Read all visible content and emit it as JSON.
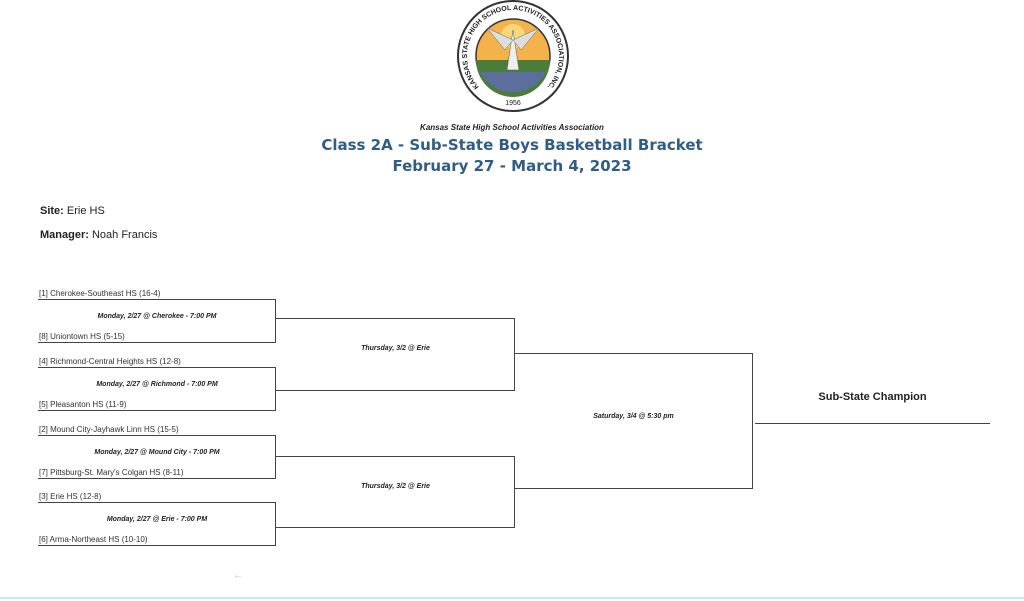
{
  "logo": {
    "ring_text": "KANSAS STATE HIGH SCHOOL ACTIVITIES ASSOCIATION, INC.",
    "year": "1956"
  },
  "header": {
    "org": "Kansas State High School Activities Association",
    "title": "Class 2A - Sub-State Boys Basketball Bracket",
    "dates": "February 27 - March 4, 2023"
  },
  "site": {
    "label": "Site:",
    "value": "Erie HS"
  },
  "manager": {
    "label": "Manager:",
    "value": "Noah Francis"
  },
  "round1": [
    {
      "top": "[1] Cherokee-Southeast HS   (16-4)",
      "game": "Monday, 2/27 @ Cherokee - 7:00 PM",
      "bottom": "[8] Uniontown HS  (5-15)"
    },
    {
      "top": "[4] Richmond-Central Heights HS   (12-8)",
      "game": "Monday, 2/27 @ Richmond - 7:00 PM",
      "bottom": "[5] Pleasanton HS  (11-9)"
    },
    {
      "top": "[2] Mound City-Jayhawk Linn HS   (15-5)",
      "game": "Monday, 2/27 @ Mound City - 7:00 PM",
      "bottom": "[7] Pittsburg-St. Mary's Colgan HS  (8-11)"
    },
    {
      "top": "[3] Erie HS   (12-8)",
      "game": "Monday, 2/27 @ Erie - 7:00 PM",
      "bottom": "[6] Arma-Northeast HS  (10-10)"
    }
  ],
  "semis": [
    "Thursday, 3/2 @ Erie",
    "Thursday, 3/2 @ Erie"
  ],
  "final": "Saturday, 3/4 @ 5:30 pm",
  "champion_label": "Sub-State Champion"
}
